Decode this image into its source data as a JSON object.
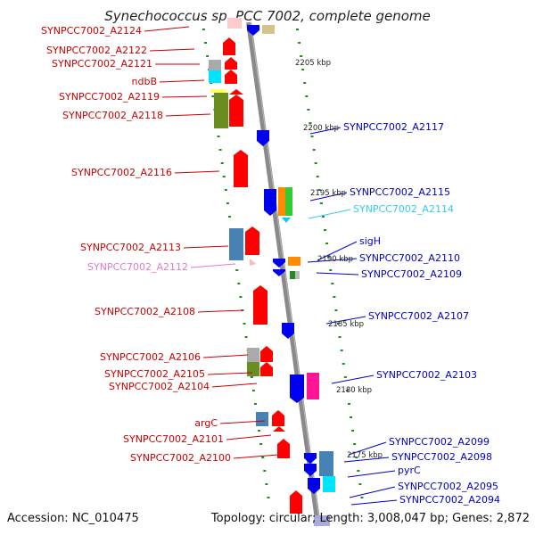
{
  "title": "Synechococcus sp. PCC 7002, complete genome",
  "footer": {
    "accession": "Accession: NC_010475",
    "stats": "Topology: circular; Length: 3,008,047 bp; Genes: 2,872"
  },
  "kbp_labels": [
    "2205 kbp",
    "2200 kbp",
    "2195 kbp",
    "2190 kbp",
    "2185 kbp",
    "2180 kbp",
    "2175 kbp"
  ],
  "genes_left": [
    {
      "label": "SYNPCC7002_A2124",
      "color": "#cc0000"
    },
    {
      "label": "SYNPCC7002_A2122",
      "color": "#cc0000"
    },
    {
      "label": "SYNPCC7002_A2121",
      "color": "#cc0000"
    },
    {
      "label": "ndbB",
      "color": "#cc0000"
    },
    {
      "label": "SYNPCC7002_A2119",
      "color": "#cc0000"
    },
    {
      "label": "SYNPCC7002_A2118",
      "color": "#cc0000"
    },
    {
      "label": "SYNPCC7002_A2116",
      "color": "#cc0000"
    },
    {
      "label": "SYNPCC7002_A2113",
      "color": "#cc0000"
    },
    {
      "label": "SYNPCC7002_A2112",
      "color": "#e07bc8"
    },
    {
      "label": "SYNPCC7002_A2108",
      "color": "#cc0000"
    },
    {
      "label": "SYNPCC7002_A2106",
      "color": "#cc0000"
    },
    {
      "label": "SYNPCC7002_A2105",
      "color": "#cc0000"
    },
    {
      "label": "SYNPCC7002_A2104",
      "color": "#cc0000"
    },
    {
      "label": "argC",
      "color": "#cc0000"
    },
    {
      "label": "SYNPCC7002_A2101",
      "color": "#cc0000"
    },
    {
      "label": "SYNPCC7002_A2100",
      "color": "#cc0000"
    }
  ],
  "genes_right": [
    {
      "label": "SYNPCC7002_A2117",
      "color": "#0000cc"
    },
    {
      "label": "SYNPCC7002_A2115",
      "color": "#0000cc"
    },
    {
      "label": "SYNPCC7002_A2114",
      "color": "#33ccee"
    },
    {
      "label": "sigH",
      "color": "#0000cc"
    },
    {
      "label": "SYNPCC7002_A2110",
      "color": "#0000cc"
    },
    {
      "label": "SYNPCC7002_A2109",
      "color": "#0000cc"
    },
    {
      "label": "SYNPCC7002_A2107",
      "color": "#0000cc"
    },
    {
      "label": "SYNPCC7002_A2103",
      "color": "#0000cc"
    },
    {
      "label": "SYNPCC7002_A2099",
      "color": "#0000cc"
    },
    {
      "label": "SYNPCC7002_A2098",
      "color": "#0000cc"
    },
    {
      "label": "pyrC",
      "color": "#0000cc"
    },
    {
      "label": "SYNPCC7002_A2095",
      "color": "#0000cc"
    },
    {
      "label": "SYNPCC7002_A2094",
      "color": "#0000cc"
    }
  ],
  "colors": {
    "forward_gene": "#ff0000",
    "reverse_gene": "#0000ee",
    "backbone": "#888888",
    "tick": "#228822"
  }
}
